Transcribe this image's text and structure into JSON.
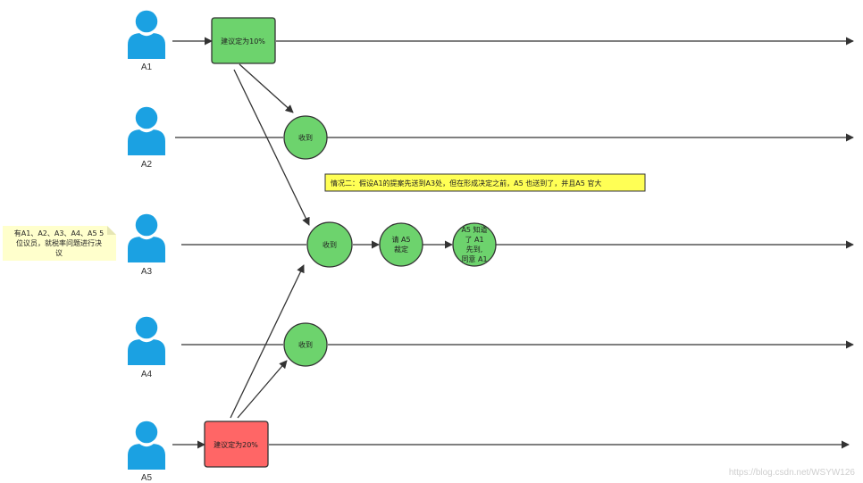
{
  "colors": {
    "actor": "#1BA1E2",
    "line": "#333333",
    "proposal_a1_fill": "#6DD36D",
    "proposal_a5_fill": "#FF6666",
    "node_fill": "#6DD36D",
    "note_fill": "#FFFF55",
    "side_note_fill": "#FFFFCC"
  },
  "actors": [
    {
      "id": "A1",
      "label": "A1"
    },
    {
      "id": "A2",
      "label": "A2"
    },
    {
      "id": "A3",
      "label": "A3"
    },
    {
      "id": "A4",
      "label": "A4"
    },
    {
      "id": "A5",
      "label": "A5"
    }
  ],
  "proposals": {
    "a1": "建议定为10%",
    "a5": "建议定为20%"
  },
  "nodes": {
    "a2_received": "收到",
    "a3_received": "收到",
    "a3_ask_line1": "请 A5",
    "a3_ask_line2": "裁定",
    "a3_final_line1": "A5 知道",
    "a3_final_line2": "了 A1",
    "a3_final_line3": "先到,",
    "a3_final_line4": "同意 A1",
    "a4_received": "收到"
  },
  "notes": {
    "scenario": "情况二：假设A1的提案先送到A3处，但在形成决定之前，A5 也送到了，并且A5 官大",
    "side_line1": "有A1、A2、A3、A4、A5 5",
    "side_line2": "位议员，就税率问题进行决",
    "side_line3": "议"
  },
  "watermark": "https://blog.csdn.net/WSYW126"
}
